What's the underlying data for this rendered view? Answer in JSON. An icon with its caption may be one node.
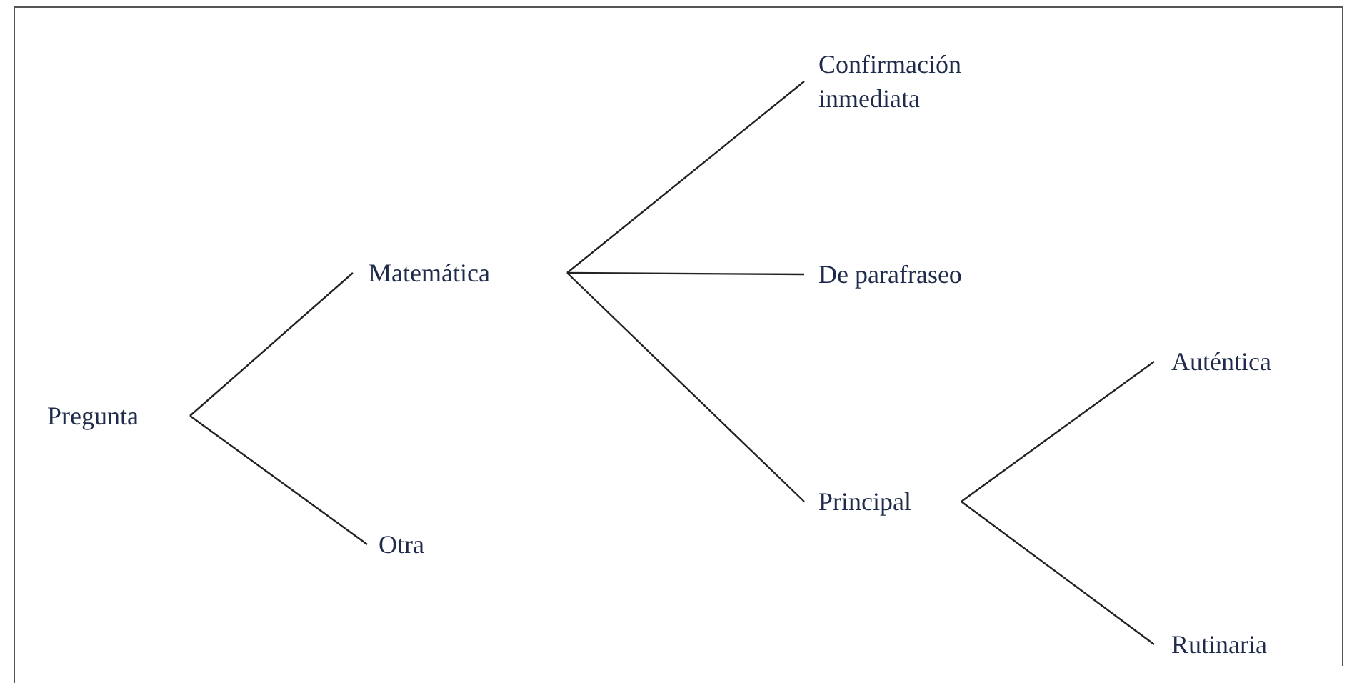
{
  "diagram": {
    "nodes": [
      {
        "text": [
          "Pregunta"
        ]
      },
      {
        "text": [
          "Matemática"
        ]
      },
      {
        "text": [
          "Otra"
        ]
      },
      {
        "text": [
          "Confirmación inmediata"
        ]
      },
      {
        "text": [
          "De parafraseo"
        ]
      },
      {
        "text": [
          "Principal"
        ]
      },
      {
        "text": [
          "Auténtica"
        ]
      },
      {
        "text": [
          "Rutinaria"
        ]
      }
    ],
    "edges": [
      {
        "from": 0,
        "to": 1,
        "arrow": "none"
      },
      {
        "from": 0,
        "to": 2,
        "arrow": "none"
      },
      {
        "from": 1,
        "to": 3,
        "arrow": "none"
      },
      {
        "from": 1,
        "to": 4,
        "arrow": "none"
      },
      {
        "from": 1,
        "to": 5,
        "arrow": "none"
      },
      {
        "from": 5,
        "to": 6,
        "arrow": "none"
      },
      {
        "from": 5,
        "to": 7,
        "arrow": "none"
      }
    ]
  }
}
